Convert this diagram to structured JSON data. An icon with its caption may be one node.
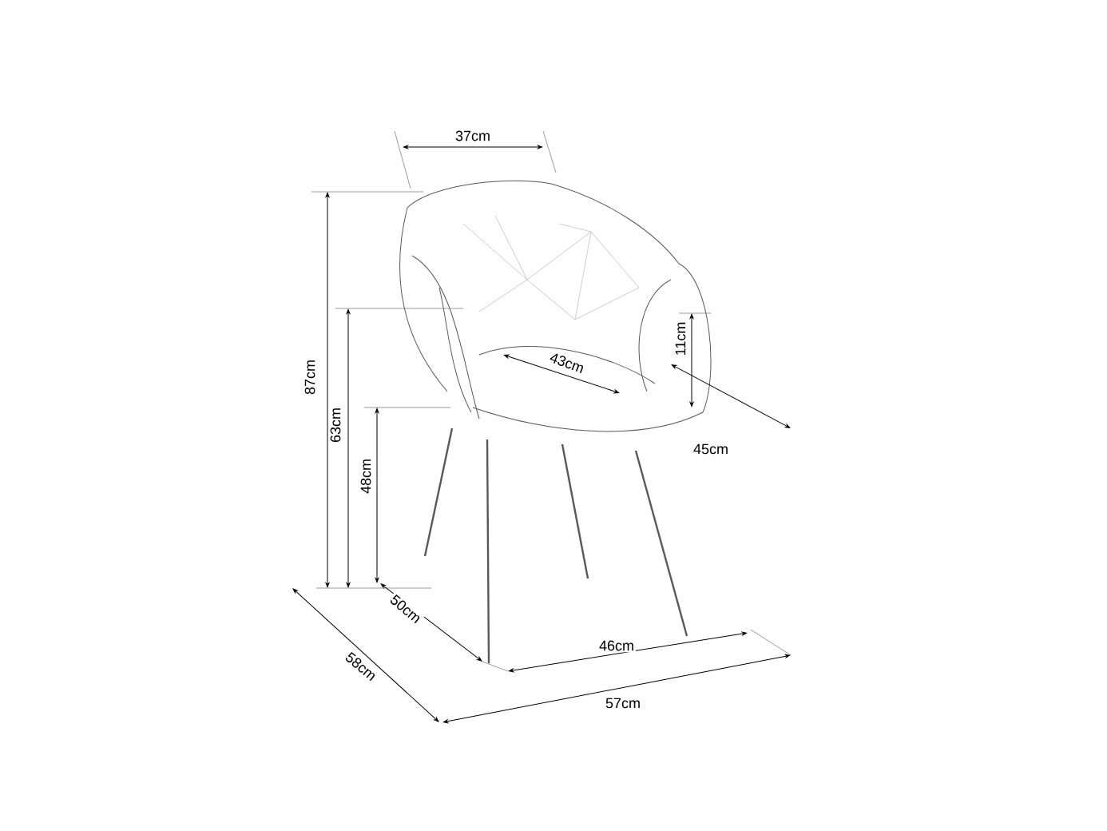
{
  "diagram": {
    "labels": [
      "37cm",
      "43cm",
      "11cm",
      "87cm",
      "63cm",
      "45cm",
      "48cm",
      "50cm",
      "46cm",
      "58cm",
      "57cm"
    ]
  }
}
